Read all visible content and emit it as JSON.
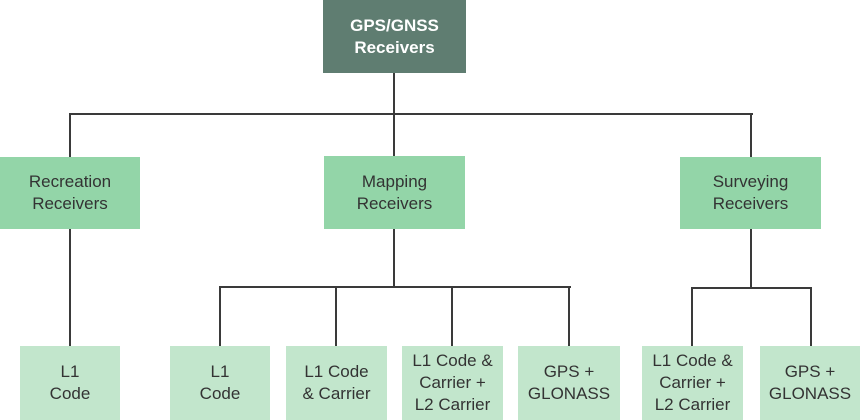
{
  "diagram": {
    "type": "tree",
    "root": {
      "label": "GPS/GNSS\nReceivers"
    },
    "categories": [
      {
        "label": "Recreation\nReceivers",
        "children": [
          {
            "label": "L1\nCode"
          }
        ]
      },
      {
        "label": "Mapping\nReceivers",
        "children": [
          {
            "label": "L1\nCode"
          },
          {
            "label": "L1 Code\n& Carrier"
          },
          {
            "label": "L1 Code &\nCarrier +\nL2 Carrier"
          },
          {
            "label": "GPS +\nGLONASS"
          }
        ]
      },
      {
        "label": "Surveying\nReceivers",
        "children": [
          {
            "label": "L1 Code &\nCarrier +\nL2 Carrier"
          },
          {
            "label": "GPS +\nGLONASS"
          }
        ]
      }
    ],
    "colors": {
      "root": "#5f7d71",
      "category": "#93d5a8",
      "leaf": "#c2e6cc",
      "connector": "#3a3a3a"
    }
  }
}
